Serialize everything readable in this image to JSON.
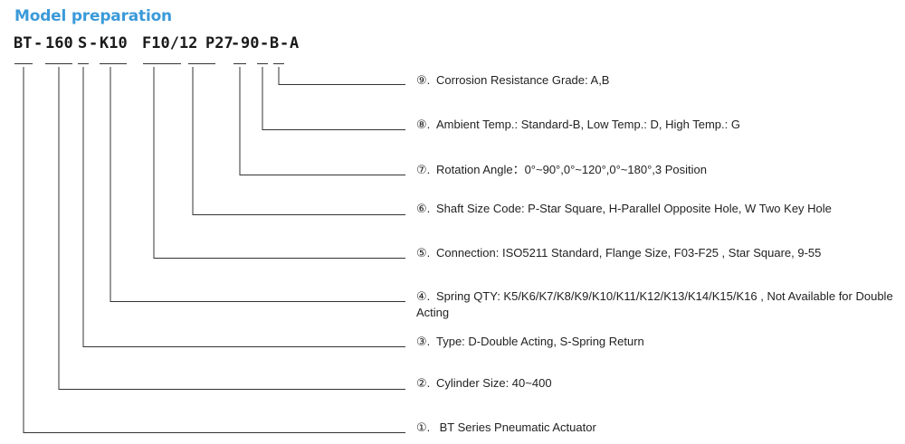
{
  "title": "Model preparation",
  "model_code": [
    "BT",
    "-",
    "160",
    "S",
    "-",
    "K10",
    "F10/12",
    "P27",
    "-",
    "90",
    "-",
    "B",
    "-",
    "A"
  ],
  "items": [
    {
      "num": "⑨.",
      "text": "Corrosion Resistance Grade: A,B"
    },
    {
      "num": "⑧.",
      "text": "Ambient Temp.: Standard-B, Low Temp.: D, High Temp.: G"
    },
    {
      "num": "⑦.",
      "text": "Rotation Angle：0°~90°,0°~120°,0°~180°,3 Position"
    },
    {
      "num": "⑥.",
      "text": "Shaft Size Code: P-Star Square, H-Parallel Opposite Hole, W Two Key Hole"
    },
    {
      "num": "⑤.",
      "text": "Connection: ISO5211 Standard, Flange Size, F03-F25 , Star Square, 9-55"
    },
    {
      "num": "④.",
      "text": "Spring QTY: K5/K6/K7/K8/K9/K10/K11/K12/K13/K14/K15/K16 , Not Available for Double Acting"
    },
    {
      "num": "③.",
      "text": "Type: D-Double Acting, S-Spring Return"
    },
    {
      "num": "②.",
      "text": "Cylinder Size: 40~400"
    },
    {
      "num": "①.",
      "text": " BT Series Pneumatic Actuator"
    }
  ]
}
